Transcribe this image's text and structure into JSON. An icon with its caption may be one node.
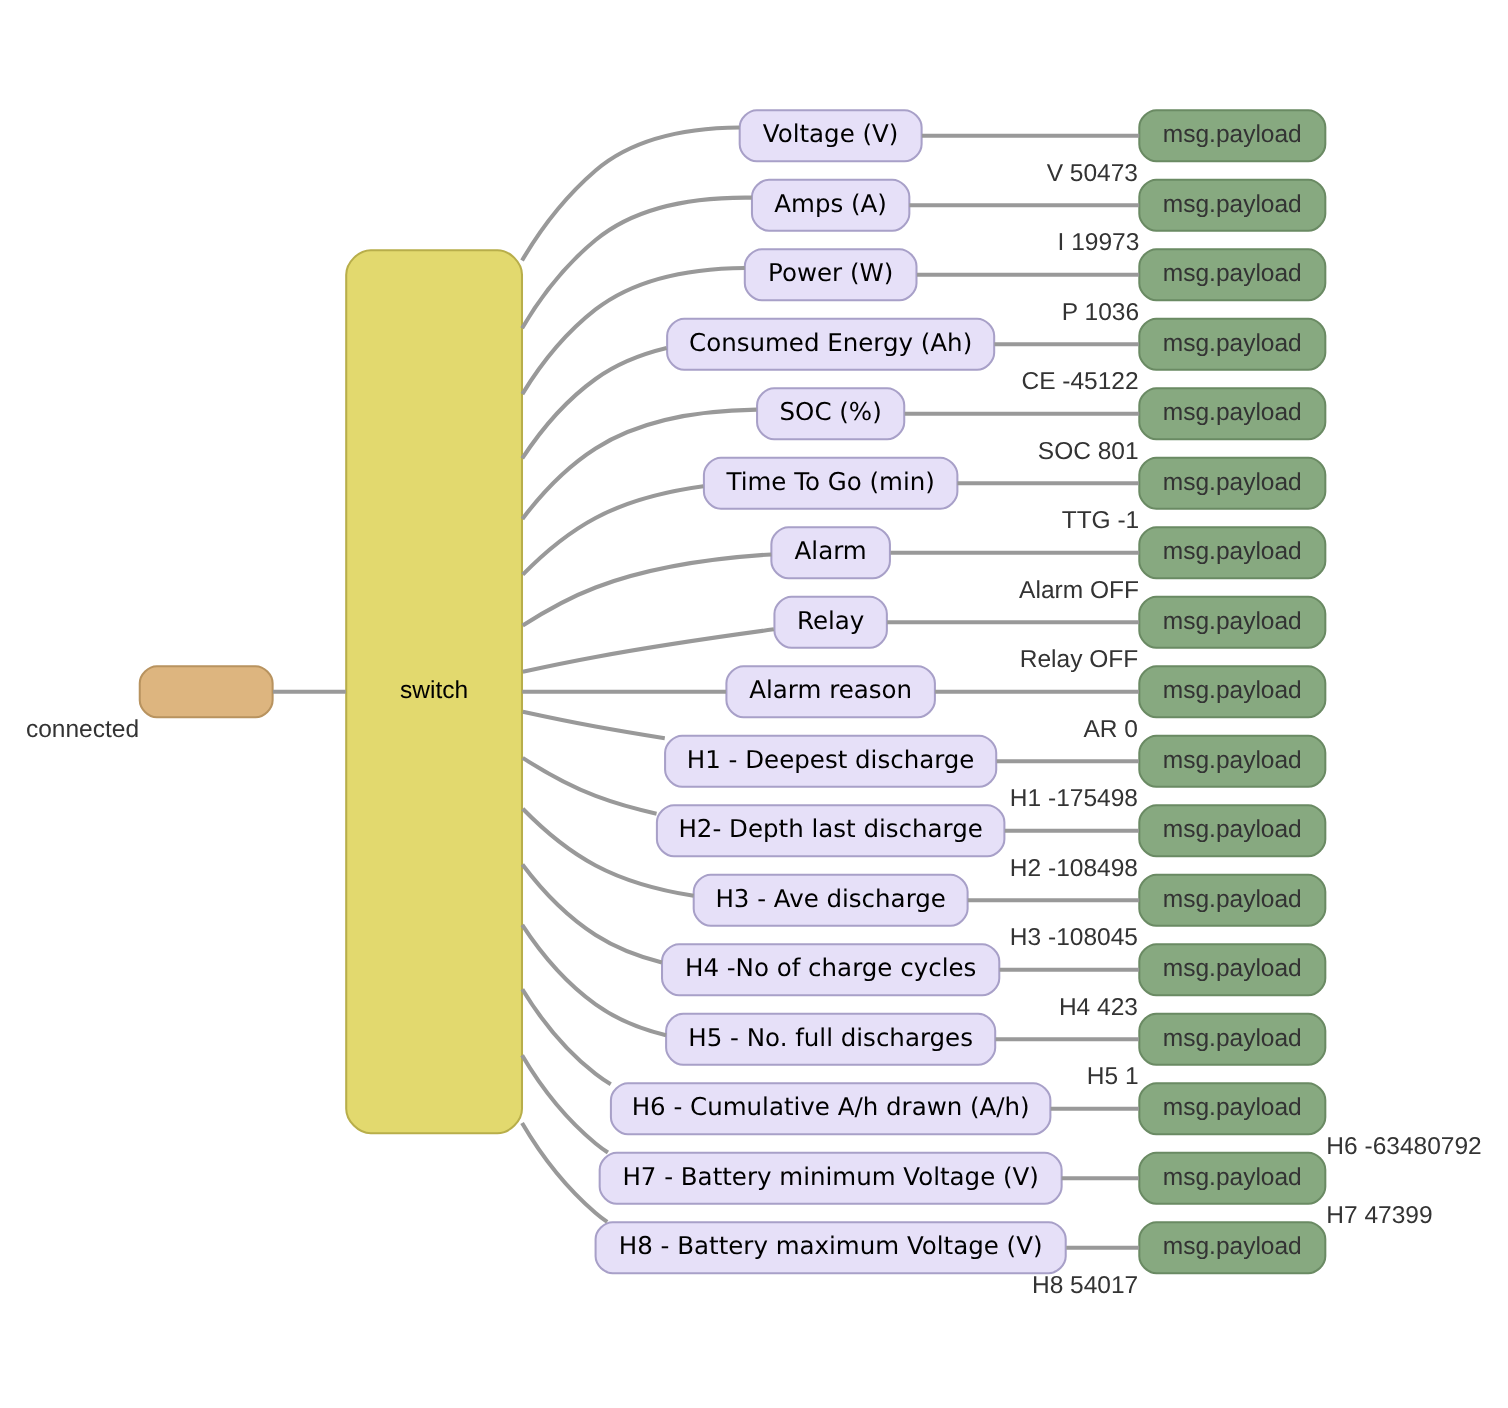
{
  "diagram": {
    "nodes": [
      {
        "text": [],
        "shape": "box",
        "beside": [
          "connected"
        ]
      },
      {
        "text": [
          "switch"
        ]
      },
      {
        "text": [
          "Voltage (V)"
        ]
      },
      {
        "text": [
          "msg.payload"
        ],
        "beside": [
          "V 50473"
        ]
      },
      {
        "text": [
          "Amps (A)"
        ]
      },
      {
        "text": [
          "msg.payload"
        ],
        "beside": [
          "I 19973"
        ]
      },
      {
        "text": [
          "Power (W)"
        ]
      },
      {
        "text": [
          "msg.payload"
        ],
        "beside": [
          "P 1036"
        ]
      },
      {
        "text": [
          "Consumed Energy (Ah)"
        ]
      },
      {
        "text": [
          "msg.payload"
        ],
        "beside": [
          "CE -45122"
        ]
      },
      {
        "text": [
          "SOC (%)"
        ]
      },
      {
        "text": [
          "msg.payload"
        ],
        "beside": [
          "SOC 801"
        ]
      },
      {
        "text": [
          "Time To Go (min)"
        ]
      },
      {
        "text": [
          "msg.payload"
        ],
        "beside": [
          "TTG -1"
        ]
      },
      {
        "text": [
          "Alarm"
        ]
      },
      {
        "text": [
          "msg.payload"
        ],
        "beside": [
          "Alarm OFF"
        ]
      },
      {
        "text": [
          "Relay"
        ]
      },
      {
        "text": [
          "msg.payload"
        ],
        "beside": [
          "Relay OFF"
        ]
      },
      {
        "text": [
          "Alarm reason"
        ]
      },
      {
        "text": [
          "msg.payload"
        ],
        "beside": [
          "AR 0"
        ]
      },
      {
        "text": [
          "H1 - Deepest discharge"
        ]
      },
      {
        "text": [
          "msg.payload"
        ],
        "beside": [
          "H1 -175498"
        ]
      },
      {
        "text": [
          "H2- Depth last discharge"
        ]
      },
      {
        "text": [
          "msg.payload"
        ],
        "beside": [
          "H2 -108498"
        ]
      },
      {
        "text": [
          "H3 - Ave discharge"
        ]
      },
      {
        "text": [
          "msg.payload"
        ],
        "beside": [
          "H3 -108045"
        ]
      },
      {
        "text": [
          "H4 -No of charge cycles"
        ]
      },
      {
        "text": [
          "msg.payload"
        ],
        "beside": [
          "H4 423"
        ]
      },
      {
        "text": [
          "H5 - No. full discharges"
        ]
      },
      {
        "text": [
          "msg.payload"
        ],
        "beside": [
          "H5 1"
        ]
      },
      {
        "text": [
          "H6 - Cumulative A/h drawn (A/h)"
        ]
      },
      {
        "text": [
          "msg.payload"
        ],
        "beside": [
          "H6 -63480792"
        ]
      },
      {
        "text": [
          "H7 - Battery minimum Voltage (V)"
        ]
      },
      {
        "text": [
          "msg.payload"
        ],
        "beside": [
          "H7 47399"
        ]
      },
      {
        "text": [
          "H8 - Battery maximum Voltage (V)"
        ]
      },
      {
        "text": [
          "msg.payload"
        ],
        "beside": [
          "H8 54017"
        ]
      }
    ],
    "edges": [
      {
        "from": 0,
        "to": 1,
        "arrow": "none"
      },
      {
        "from": 1,
        "to": 2,
        "arrow": "none"
      },
      {
        "from": 2,
        "to": 3,
        "arrow": "none"
      },
      {
        "from": 1,
        "to": 4,
        "arrow": "none"
      },
      {
        "from": 4,
        "to": 5,
        "arrow": "none"
      },
      {
        "from": 1,
        "to": 6,
        "arrow": "none"
      },
      {
        "from": 6,
        "to": 7,
        "arrow": "none"
      },
      {
        "from": 1,
        "to": 8,
        "arrow": "none"
      },
      {
        "from": 8,
        "to": 9,
        "arrow": "none"
      },
      {
        "from": 1,
        "to": 10,
        "arrow": "none"
      },
      {
        "from": 10,
        "to": 11,
        "arrow": "none"
      },
      {
        "from": 1,
        "to": 12,
        "arrow": "none"
      },
      {
        "from": 12,
        "to": 13,
        "arrow": "none"
      },
      {
        "from": 1,
        "to": 14,
        "arrow": "none"
      },
      {
        "from": 14,
        "to": 15,
        "arrow": "none"
      },
      {
        "from": 1,
        "to": 16,
        "arrow": "none"
      },
      {
        "from": 16,
        "to": 17,
        "arrow": "none"
      },
      {
        "from": 1,
        "to": 18,
        "arrow": "none"
      },
      {
        "from": 18,
        "to": 19,
        "arrow": "none"
      },
      {
        "from": 1,
        "to": 20,
        "arrow": "none"
      },
      {
        "from": 20,
        "to": 21,
        "arrow": "none"
      },
      {
        "from": 1,
        "to": 22,
        "arrow": "none"
      },
      {
        "from": 22,
        "to": 23,
        "arrow": "none"
      },
      {
        "from": 1,
        "to": 24,
        "arrow": "none"
      },
      {
        "from": 24,
        "to": 25,
        "arrow": "none"
      },
      {
        "from": 1,
        "to": 26,
        "arrow": "none"
      },
      {
        "from": 26,
        "to": 27,
        "arrow": "none"
      },
      {
        "from": 1,
        "to": 28,
        "arrow": "none"
      },
      {
        "from": 28,
        "to": 29,
        "arrow": "none"
      },
      {
        "from": 1,
        "to": 30,
        "arrow": "none"
      },
      {
        "from": 30,
        "to": 31,
        "arrow": "none"
      },
      {
        "from": 1,
        "to": 32,
        "arrow": "none"
      },
      {
        "from": 32,
        "to": 33,
        "arrow": "none"
      },
      {
        "from": 1,
        "to": 34,
        "arrow": "none"
      },
      {
        "from": 34,
        "to": 35,
        "arrow": "none"
      }
    ]
  }
}
